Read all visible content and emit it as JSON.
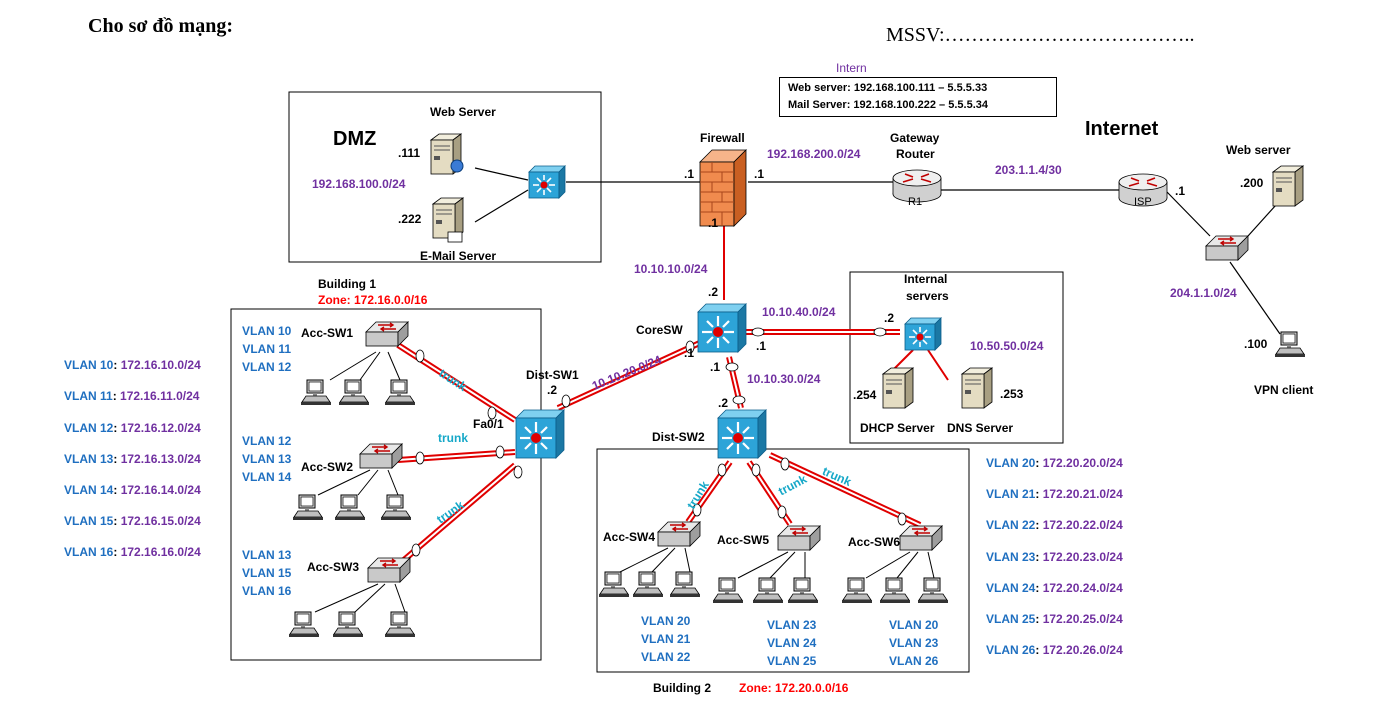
{
  "header": {
    "title": "Cho sơ đồ mạng:",
    "mssv": "MSSV:……………………………….."
  },
  "nat": {
    "heading": "Intern",
    "web": "Web server: 192.168.100.111 – 5.5.5.33",
    "mail": "Mail Server: 192.168.100.222 – 5.5.5.34"
  },
  "dmz": {
    "title": "DMZ",
    "subnet": "192.168.100.0/24",
    "web_label": "Web Server",
    "web_ip": ".111",
    "mail_label": "E-Mail Server",
    "mail_ip": ".222"
  },
  "firewall": {
    "label": "Firewall",
    "ip_left": ".1",
    "ip_right": ".1",
    "ip_bottom": ".1"
  },
  "links": {
    "fw_r1": "192.168.200.0/24",
    "r1_isp": "203.1.1.4/30",
    "isp_lan": "204.1.1.0/24",
    "fw_core": "10.10.10.0/24",
    "core_int": "10.10.40.0/24",
    "core_d1": "10.10.20.0/24",
    "core_d2": "10.10.30.0/24",
    "int_lan": "10.50.50.0/24"
  },
  "gateway": {
    "label1": "Gateway",
    "label2": "Router",
    "name": "R1"
  },
  "internet": {
    "title": "Internet",
    "isp": "ISP",
    "isp_ip": ".1",
    "web_label": "Web server",
    "web_ip": ".200",
    "vpn_label": "VPN client",
    "vpn_ip": ".100"
  },
  "core": {
    "label": "CoreSW",
    "ip_top": ".2",
    "ip_right": ".1",
    "ip_left": ".1",
    "ip_bottom": ".1"
  },
  "internal": {
    "title1": "Internal",
    "title2": "servers",
    "ip_sw": ".2",
    "dhcp": "DHCP Server",
    "dhcp_ip": ".254",
    "dns": "DNS Server",
    "dns_ip": ".253"
  },
  "b1": {
    "title": "Building 1",
    "zone": "Zone: 172.16.0.0/16",
    "dist": "Dist-SW1",
    "dist_ip": ".2",
    "port": "Fa0/1",
    "sw1": "Acc-SW1",
    "sw2": "Acc-SW2",
    "sw3": "Acc-SW3",
    "sw1_vlans": [
      "VLAN 10",
      "VLAN 11",
      "VLAN 12"
    ],
    "sw2_vlans": [
      "VLAN 12",
      "VLAN 13",
      "VLAN 14"
    ],
    "sw3_vlans": [
      "VLAN 13",
      "VLAN 15",
      "VLAN 16"
    ]
  },
  "b2": {
    "title": "Building 2",
    "zone": "Zone: 172.20.0.0/16",
    "dist": "Dist-SW2",
    "dist_ip": ".2",
    "sw4": "Acc-SW4",
    "sw5": "Acc-SW5",
    "sw6": "Acc-SW6",
    "sw4_vlans": [
      "VLAN 20",
      "VLAN 21",
      "VLAN 22"
    ],
    "sw5_vlans": [
      "VLAN 23",
      "VLAN 24",
      "VLAN 25"
    ],
    "sw6_vlans": [
      "VLAN 20",
      "VLAN 23",
      "VLAN 26"
    ]
  },
  "trunk": "trunk",
  "vlans_left": [
    {
      "k": "VLAN 10",
      "v": "172.16.10.0/24"
    },
    {
      "k": "VLAN 11",
      "v": "172.16.11.0/24"
    },
    {
      "k": "VLAN 12",
      "v": "172.16.12.0/24"
    },
    {
      "k": "VLAN 13",
      "v": "172.16.13.0/24"
    },
    {
      "k": "VLAN 14",
      "v": "172.16.14.0/24"
    },
    {
      "k": "VLAN 15",
      "v": "172.16.15.0/24"
    },
    {
      "k": "VLAN 16",
      "v": "172.16.16.0/24"
    }
  ],
  "vlans_right": [
    {
      "k": "VLAN 20",
      "v": "172.20.20.0/24"
    },
    {
      "k": "VLAN 21",
      "v": "172.20.21.0/24"
    },
    {
      "k": "VLAN 22",
      "v": "172.20.22.0/24"
    },
    {
      "k": "VLAN 23",
      "v": "172.20.23.0/24"
    },
    {
      "k": "VLAN 24",
      "v": "172.20.24.0/24"
    },
    {
      "k": "VLAN 25",
      "v": "172.20.25.0/24"
    },
    {
      "k": "VLAN 26",
      "v": "172.20.26.0/24"
    }
  ],
  "colors": {
    "link_red": "#E00000",
    "purple": "#7030A0",
    "blue": "#1F6FC0",
    "zone_red": "#FF0000",
    "trunk": "#16A8C8",
    "l3switch": "#2DA4D8"
  }
}
